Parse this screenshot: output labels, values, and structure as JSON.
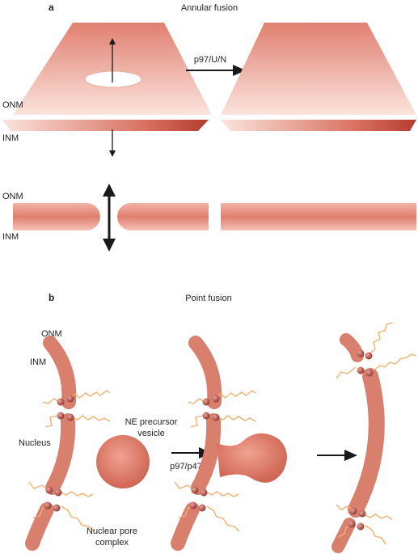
{
  "panel_a": {
    "letter": "a",
    "title": "Annular fusion",
    "arrow_label": "p97/U/N",
    "label_onm_top": "ONM",
    "label_inm_top": "INM",
    "label_onm_side": "ONM",
    "label_inm_side": "INM"
  },
  "panel_b": {
    "letter": "b",
    "title": "Point fusion",
    "label_onm": "ONM",
    "label_inm": "INM",
    "label_nucleus": "Nucleus",
    "label_vesicle_line1": "NE precursor",
    "label_vesicle_line2": "vesicle",
    "arrow_label": "p97/p47",
    "label_npc_line1": "Nuclear pore",
    "label_npc_line2": "complex"
  },
  "colors": {
    "membrane": "#e8907f",
    "membrane_dark": "#c4584a",
    "pore_bead": "#a8443c",
    "pore_strand": "#f0b070",
    "arrow": "#1a1a1a"
  }
}
